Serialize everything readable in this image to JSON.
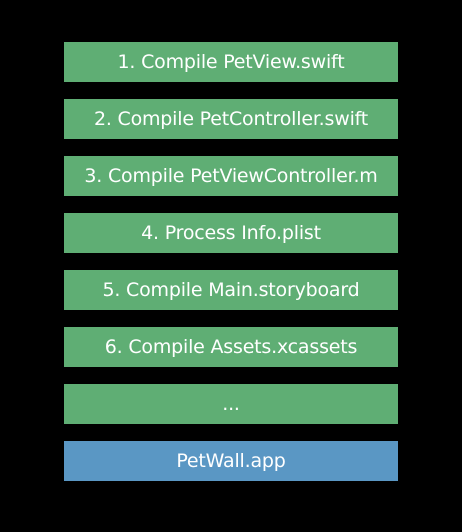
{
  "steps": [
    "1. Compile PetView.swift",
    "2. Compile PetController.swift",
    "3. Compile PetViewController.m",
    "4. Process Info.plist",
    "5. Compile Main.storyboard",
    "6. Compile Assets.xcassets",
    "..."
  ],
  "product": "PetWall.app",
  "colors": {
    "background": "#000000",
    "step": "#5fae74",
    "product": "#5a97c4",
    "text": "#ffffff"
  }
}
